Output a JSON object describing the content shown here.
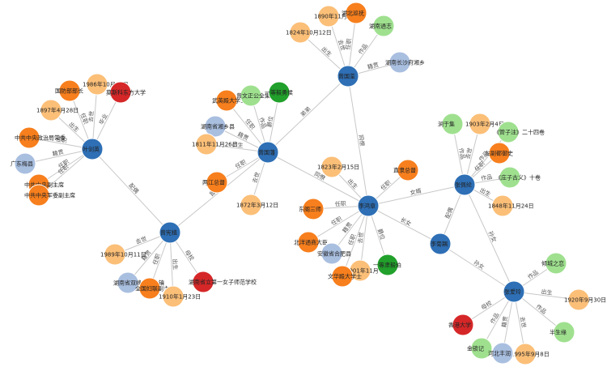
{
  "colors": {
    "person": "#2e6fb5",
    "place": "#f77f1d",
    "time": "#fbbf78",
    "position": "#f77f1d",
    "work": "#9fe08f",
    "org": "#a9bfe0",
    "school": "#d62728",
    "title": "#21a02b"
  },
  "nodes": [
    {
      "id": "zzd",
      "label": "曾国藩",
      "type": "person"
    },
    {
      "id": "zgq",
      "label": "曾国荃",
      "type": "person"
    },
    {
      "id": "zjz",
      "label": "曾宪植",
      "type": "person"
    },
    {
      "id": "yjy",
      "label": "叶剑英",
      "type": "person"
    },
    {
      "id": "lhz",
      "label": "李鸿章",
      "type": "person"
    },
    {
      "id": "zpl",
      "label": "张佩纶",
      "type": "person"
    },
    {
      "id": "ljo",
      "label": "李菊耦",
      "type": "person"
    },
    {
      "id": "zal",
      "label": "张爱玲",
      "type": "person"
    },
    {
      "id": "t1890",
      "label": "1890年11月13日",
      "type": "time"
    },
    {
      "id": "t1824",
      "label": "1824年10月12日",
      "type": "time"
    },
    {
      "id": "hbxf",
      "label": "湖北巡抚",
      "type": "position"
    },
    {
      "id": "hntz",
      "label": "湖南通志",
      "type": "work"
    },
    {
      "id": "hncsfx",
      "label": "湖南长沙府湘乡",
      "type": "org"
    },
    {
      "id": "wyddxs",
      "label": "武英殿大学士",
      "type": "position"
    },
    {
      "id": "zwzgqj",
      "label": "曾文正公全集",
      "type": "work"
    },
    {
      "id": "yyhh",
      "label": "一等毅勇侯",
      "type": "title"
    },
    {
      "id": "hnxxx",
      "label": "湖南省湘乡县",
      "type": "org"
    },
    {
      "id": "t1811",
      "label": "1811年11月26日",
      "type": "time"
    },
    {
      "id": "ljzd",
      "label": "两江总督",
      "type": "position"
    },
    {
      "id": "t1872",
      "label": "1872年3月12日",
      "type": "time"
    },
    {
      "id": "t1986",
      "label": "1986年10月22日",
      "type": "time"
    },
    {
      "id": "gfbz",
      "label": "国防部部长",
      "type": "position"
    },
    {
      "id": "moscow",
      "label": "莫斯科东方大学",
      "type": "school"
    },
    {
      "id": "t1897",
      "label": "1897年4月28日",
      "type": "time"
    },
    {
      "id": "zgzzj",
      "label": "中共中央政治局常委",
      "type": "position"
    },
    {
      "id": "gdmx",
      "label": "广东梅县",
      "type": "org"
    },
    {
      "id": "zgzyfzx",
      "label": "中共中央副主席",
      "type": "position"
    },
    {
      "id": "zgjwfzx",
      "label": "中共中央军委副主席",
      "type": "position"
    },
    {
      "id": "t1989",
      "label": "1989年10月11日",
      "type": "time"
    },
    {
      "id": "hnsfyl",
      "label": "湖南省双峰县荷叶镇",
      "type": "org"
    },
    {
      "id": "qgfl",
      "label": "全国妇联副主席",
      "type": "position"
    },
    {
      "id": "hnslnz",
      "label": "湖南省立第一女子师范学校",
      "type": "school"
    },
    {
      "id": "t1910",
      "label": "1910年1月23日",
      "type": "time"
    },
    {
      "id": "t1823",
      "label": "1823年2月15日",
      "type": "time"
    },
    {
      "id": "zlzd",
      "label": "直隶总督",
      "type": "position"
    },
    {
      "id": "dgsy",
      "label": "东阁三师",
      "type": "position"
    },
    {
      "id": "bytsdc",
      "label": "北洋通商大臣",
      "type": "position"
    },
    {
      "id": "ahhf",
      "label": "安徽省合肥县",
      "type": "org"
    },
    {
      "id": "t1901",
      "label": "1901年11月7日",
      "type": "time"
    },
    {
      "id": "ydsbj",
      "label": "一等肃毅伯",
      "type": "title"
    },
    {
      "id": "whdxs",
      "label": "文华殿大学士",
      "type": "position"
    },
    {
      "id": "jyj",
      "label": "涧于集",
      "type": "work"
    },
    {
      "id": "t1903",
      "label": "1903年2月4日",
      "type": "time"
    },
    {
      "id": "gzz",
      "label": "《管子注》二十四卷",
      "type": "work"
    },
    {
      "id": "zyfs",
      "label": "左副都御史",
      "type": "position"
    },
    {
      "id": "zzgy",
      "label": "《庄子古义》十卷",
      "type": "work"
    },
    {
      "id": "t1848",
      "label": "1848年11月24日",
      "type": "time"
    },
    {
      "id": "qczl",
      "label": "倾城之恋",
      "type": "work"
    },
    {
      "id": "t1920",
      "label": "1920年9月30日",
      "type": "time"
    },
    {
      "id": "hkdx",
      "label": "香港大学",
      "type": "school"
    },
    {
      "id": "bsy",
      "label": "半生缘",
      "type": "work"
    },
    {
      "id": "jsj",
      "label": "金锁记",
      "type": "work"
    },
    {
      "id": "t1995",
      "label": "1995年9月8日",
      "type": "time"
    },
    {
      "id": "hbfr",
      "label": "河北丰润",
      "type": "org"
    }
  ],
  "edges": [
    {
      "s": "zgq",
      "t": "t1890",
      "label": "去世"
    },
    {
      "s": "zgq",
      "t": "t1824",
      "label": "出生"
    },
    {
      "s": "zgq",
      "t": "hbxf",
      "label": "任职"
    },
    {
      "s": "zgq",
      "t": "hntz",
      "label": "作品"
    },
    {
      "s": "zgq",
      "t": "hncsfx",
      "label": "籍贯"
    },
    {
      "s": "zgq",
      "t": "zzd",
      "label": "弟弟"
    },
    {
      "s": "zgq",
      "t": "lhz",
      "label": "同僚"
    },
    {
      "s": "zzd",
      "t": "wyddxs",
      "label": "任职"
    },
    {
      "s": "zzd",
      "t": "zwzgqj",
      "label": "作品"
    },
    {
      "s": "zzd",
      "t": "yyhh",
      "label": "爵位"
    },
    {
      "s": "zzd",
      "t": "hnxxx",
      "label": "籍贯"
    },
    {
      "s": "zzd",
      "t": "t1811",
      "label": "出生"
    },
    {
      "s": "zzd",
      "t": "ljzd",
      "label": "任职"
    },
    {
      "s": "zzd",
      "t": "t1872",
      "label": "去世"
    },
    {
      "s": "zzd",
      "t": "zjz",
      "label": "曾孙女"
    },
    {
      "s": "zzd",
      "t": "lhz",
      "label": "同僚"
    },
    {
      "s": "yjy",
      "t": "t1986",
      "label": "去世"
    },
    {
      "s": "yjy",
      "t": "gfbz",
      "label": "任职"
    },
    {
      "s": "yjy",
      "t": "moscow",
      "label": "毕业"
    },
    {
      "s": "yjy",
      "t": "t1897",
      "label": "出生"
    },
    {
      "s": "yjy",
      "t": "zgzzj",
      "label": "任职"
    },
    {
      "s": "yjy",
      "t": "gdmx",
      "label": "籍贯"
    },
    {
      "s": "yjy",
      "t": "zgzyfzx",
      "label": "任职"
    },
    {
      "s": "yjy",
      "t": "zgjwfzx",
      "label": "任职"
    },
    {
      "s": "yjy",
      "t": "zjz",
      "label": "配偶"
    },
    {
      "s": "zjz",
      "t": "t1989",
      "label": "去世"
    },
    {
      "s": "zjz",
      "t": "hnsfyl",
      "label": "籍贯"
    },
    {
      "s": "zjz",
      "t": "qgfl",
      "label": "任职"
    },
    {
      "s": "zjz",
      "t": "hnslnz",
      "label": "母校"
    },
    {
      "s": "zjz",
      "t": "t1910",
      "label": "出生"
    },
    {
      "s": "lhz",
      "t": "t1823",
      "label": "出生"
    },
    {
      "s": "lhz",
      "t": "zlzd",
      "label": "任职"
    },
    {
      "s": "lhz",
      "t": "dgsy",
      "label": "任职"
    },
    {
      "s": "lhz",
      "t": "bytsdc",
      "label": "任职"
    },
    {
      "s": "lhz",
      "t": "ahhf",
      "label": "籍贯"
    },
    {
      "s": "lhz",
      "t": "t1901",
      "label": "去世"
    },
    {
      "s": "lhz",
      "t": "ydsbj",
      "label": "爵位"
    },
    {
      "s": "lhz",
      "t": "whdxs",
      "label": "任职"
    },
    {
      "s": "lhz",
      "t": "zpl",
      "label": "女婿"
    },
    {
      "s": "lhz",
      "t": "ljo",
      "label": "长女"
    },
    {
      "s": "zpl",
      "t": "jyj",
      "label": "作品"
    },
    {
      "s": "zpl",
      "t": "t1903",
      "label": "去世"
    },
    {
      "s": "zpl",
      "t": "gzz",
      "label": "作品"
    },
    {
      "s": "zpl",
      "t": "zyfs",
      "label": "任职"
    },
    {
      "s": "zpl",
      "t": "zzgy",
      "label": "作品"
    },
    {
      "s": "zpl",
      "t": "t1848",
      "label": "出生"
    },
    {
      "s": "zpl",
      "t": "ljo",
      "label": "配偶"
    },
    {
      "s": "zpl",
      "t": "zal",
      "label": "孙女"
    },
    {
      "s": "ljo",
      "t": "zal",
      "label": "孙女"
    },
    {
      "s": "zal",
      "t": "qczl",
      "label": "作品"
    },
    {
      "s": "zal",
      "t": "t1920",
      "label": "出生"
    },
    {
      "s": "zal",
      "t": "hkdx",
      "label": "母校"
    },
    {
      "s": "zal",
      "t": "bsy",
      "label": "作品"
    },
    {
      "s": "zal",
      "t": "jsj",
      "label": "作品"
    },
    {
      "s": "zal",
      "t": "t1995",
      "label": "去世"
    },
    {
      "s": "zal",
      "t": "hbfr",
      "label": "籍贯"
    }
  ]
}
